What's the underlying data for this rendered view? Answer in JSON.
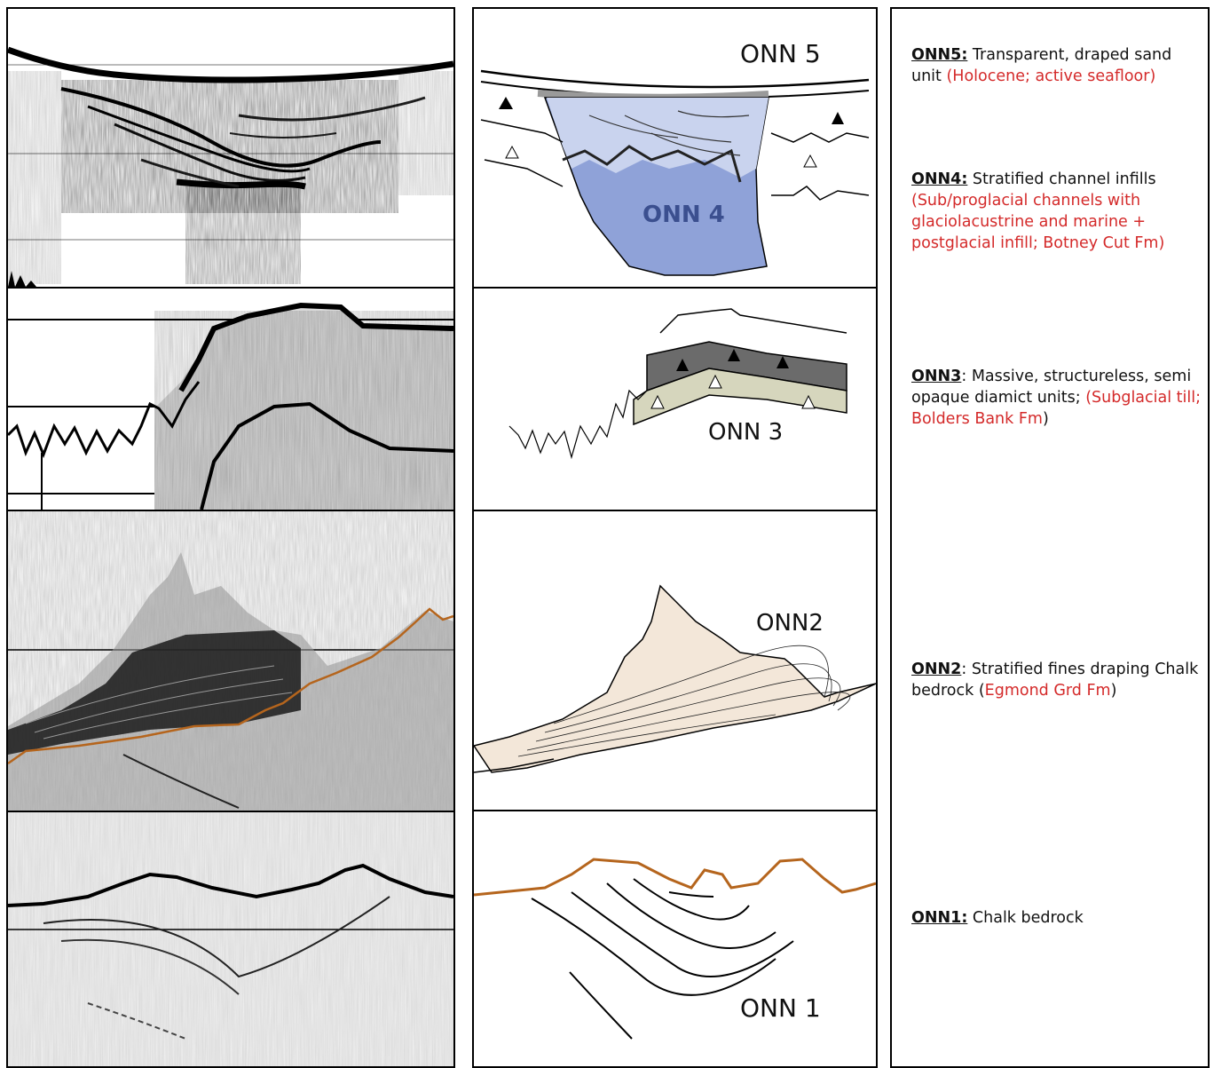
{
  "sketch_labels": {
    "onn5": "ONN  5",
    "onn4": "ONN 4",
    "onn3": "ONN 3",
    "onn2": "ONN2",
    "onn1": "ONN 1"
  },
  "descriptions": [
    {
      "code": "ONN5:",
      "text": " Transparent, draped sand unit ",
      "red": "(Holocene; active seafloor)",
      "tail": ""
    },
    {
      "code": "ONN4:",
      "text": " Stratified channel infills ",
      "red": "(Sub/proglacial channels with glaciolacustrine  and marine + postglacial infill; Botney Cut Fm)",
      "tail": ""
    },
    {
      "code": "ONN3",
      "text": ": Massive, structureless, semi opaque diamict units; ",
      "red": "(Subglacial till; Bolders Bank Fm",
      "tail": ")"
    },
    {
      "code": "ONN2",
      "text": ": Stratified fines draping Chalk bedrock (",
      "red": "Egmond Grd Fm",
      "tail": ")"
    },
    {
      "code": "ONN1:",
      "text": "  Chalk bedrock",
      "red": "",
      "tail": ""
    }
  ],
  "colors": {
    "onn4_fill_light": "#c9d3ee",
    "onn4_fill_dark": "#8fa2d8",
    "onn4_label": "#3b4f8f",
    "onn3_dark": "#6b6b6b",
    "onn3_light": "#d6d6bd",
    "onn2_fill": "#f3e7d9",
    "bedrock_line": "#b5651d",
    "description_red": "#d42a2a"
  }
}
